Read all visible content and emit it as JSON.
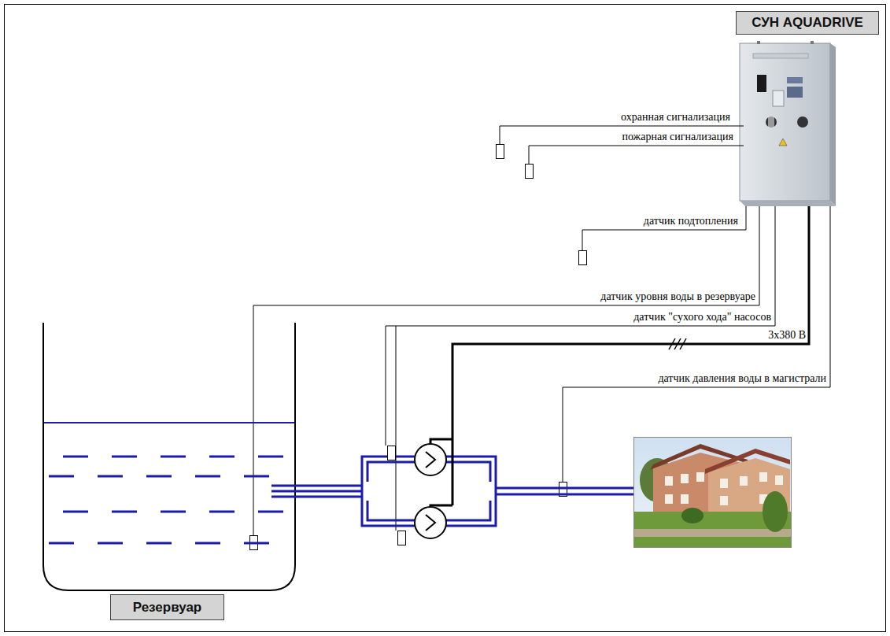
{
  "diagram": {
    "nodes": [
      {
        "text": [
          "СУН AQUADRIVE"
        ]
      },
      {
        "text": [
          "Резервуар"
        ]
      }
    ],
    "labels": [
      "охранная сигнализация",
      "пожарная сигнализация",
      "датчик подтопления",
      "датчик уровня воды в резервуаре",
      "датчик \"сухого хода\" насосов",
      "3x380 В",
      "датчик давления воды в магистрали"
    ]
  }
}
